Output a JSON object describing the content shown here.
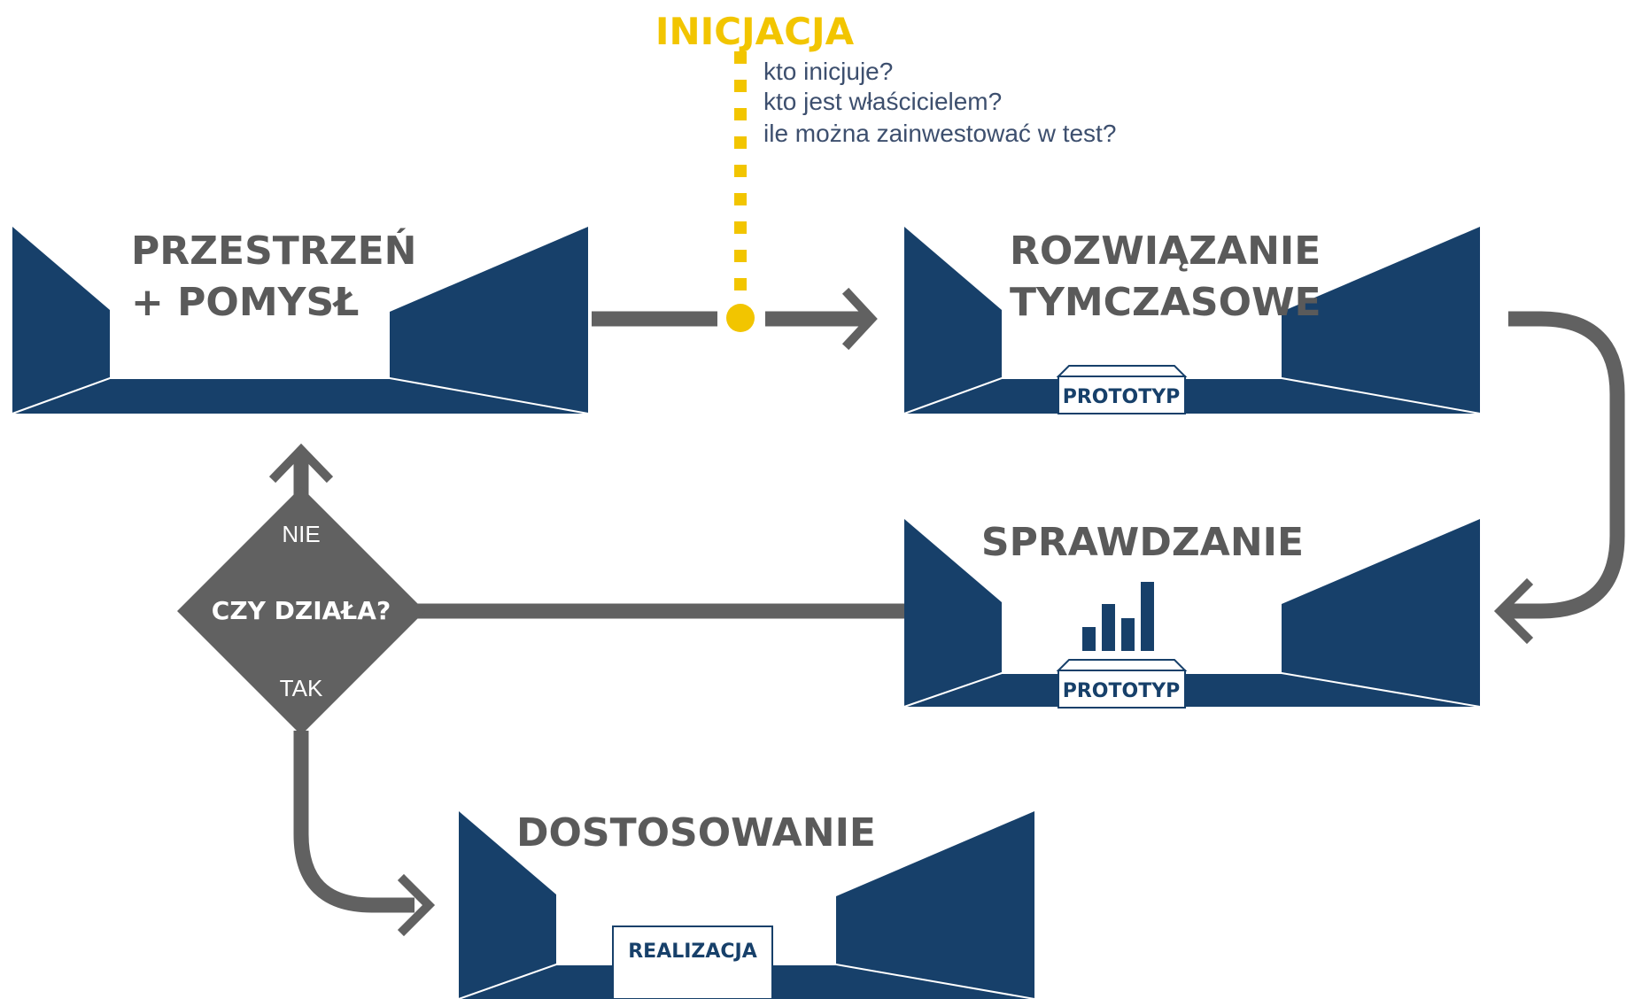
{
  "initiation": {
    "title": "INICJACJA",
    "questions": [
      "kto inicjuje?",
      "kto jest właścicielem?",
      "ile można zainwestować w test?"
    ]
  },
  "stages": {
    "space_idea": {
      "title_line1": "PRZESTRZEŃ",
      "title_line2": "+ POMYSŁ"
    },
    "temporary_solution": {
      "title_line1": "ROZWIĄZANIE",
      "title_line2": "TYMCZASOWE",
      "box_label": "PROTOTYP"
    },
    "testing": {
      "title": "SPRAWDZANIE",
      "box_label": "PROTOTYP"
    },
    "adaptation": {
      "title": "DOSTOSOWANIE",
      "box_label": "REALIZACJA"
    }
  },
  "decision": {
    "question": "CZY DZIAŁA?",
    "no_label": "NIE",
    "yes_label": "TAK"
  },
  "colors": {
    "navy": "#17406a",
    "gray": "#616161",
    "yellow": "#f2c500"
  },
  "testing_bar_levels": [
    0.35,
    0.68,
    0.48,
    1.0
  ]
}
